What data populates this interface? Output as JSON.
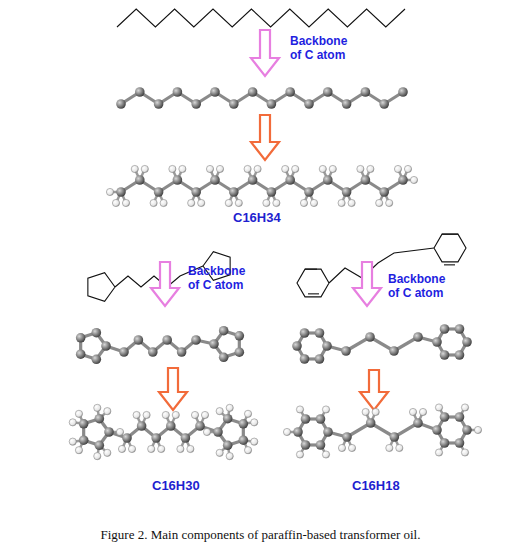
{
  "diagram": {
    "caption": "Figure 2. Main components of paraffin-based transformer oil.",
    "labels": [
      "Backbone of C atom",
      "C16H34",
      "Backbone of C atom",
      "Backbone of C atom",
      "C16H30",
      "C16H18"
    ]
  }
}
